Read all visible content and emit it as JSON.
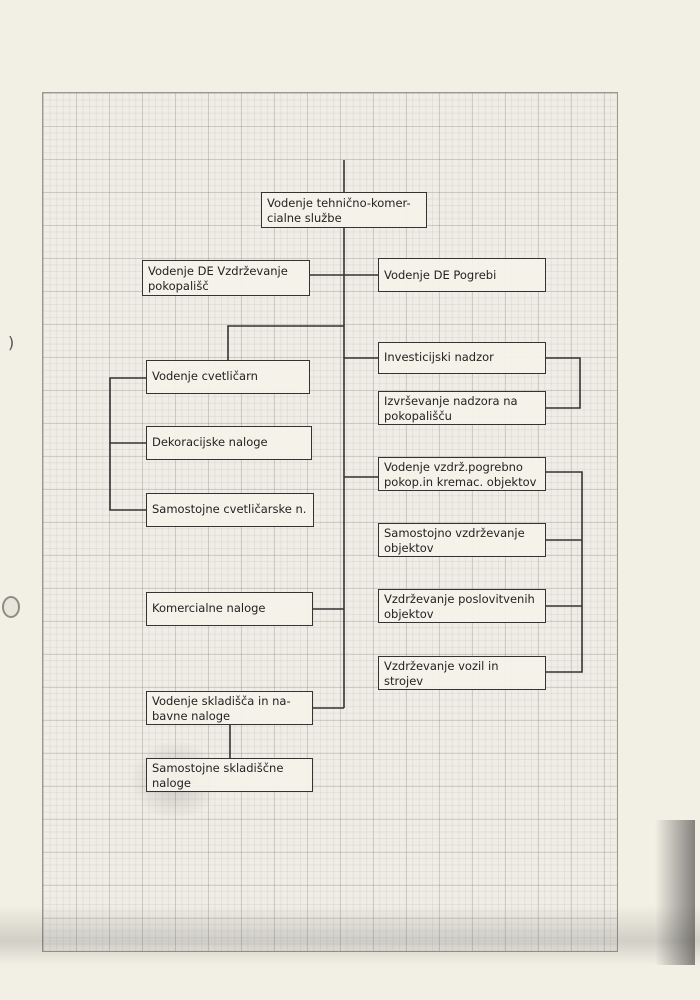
{
  "diagram": {
    "root": "Vodenje tehnično-komer-\ncialne službe",
    "nodes": {
      "de_vzdrzevanje": "Vodenje DE Vzdrževanje\npokopališč",
      "de_pogrebi": "Vodenje DE Pogrebi",
      "cvetlicarn": "Vodenje cvetličarn",
      "dekoracijske": "Dekoracijske naloge",
      "samostojne_cvetlicarske": "Samostojne cvetličarske n.",
      "komercialne": "Komercialne naloge",
      "skladisca": "Vodenje skladišča in na-\nbavne naloge",
      "samostojne_skladiscne": "Samostojne skladiščne\nnaloge",
      "investicijski": "Investicijski nadzor",
      "izvrsevanje": "Izvrševanje nadzora na\npokopališču",
      "vzdrz_pogrebno": "Vodenje vzdrž.pogrebno\npokop.in kremac. objektov",
      "samostojno_vzdrzevanje": "Samostojno vzdrževanje\nobjektov",
      "poslovitvenih": "Vzdrževanje poslovitvenih\nobjektov",
      "vozil": "Vzdrževanje vozil in\nstrojev"
    }
  }
}
